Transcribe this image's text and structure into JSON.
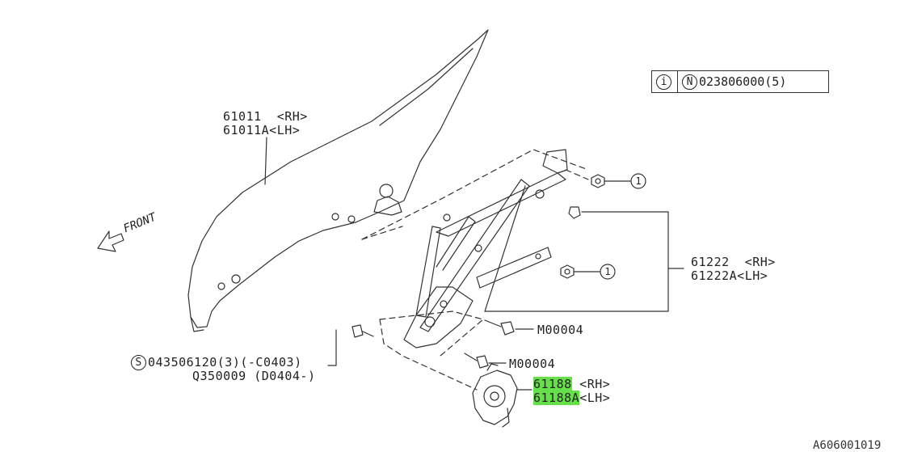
{
  "reference_box": {
    "circle_label": "i",
    "symbol": "N",
    "part_number": "023806000(5)"
  },
  "front_label": "FRONT",
  "callout_number": "1",
  "parts": {
    "glass_rh": "61011  <RH>",
    "glass_lh": "61011A<LH>",
    "regulator_rh": "61222  <RH>",
    "regulator_lh": "61222A<LH>",
    "motor_rh_num": "61188",
    "motor_rh_side": " <RH>",
    "motor_lh_num": "61188A",
    "motor_lh_side": "<LH>",
    "bolt_upper": "M00004",
    "bolt_lower": "M00004",
    "screw_symbol": "S",
    "screw_line1": "043506120(3)(-C0403)",
    "screw_line2": "Q350009 (D0404-)"
  },
  "figure_id": "A606001019"
}
